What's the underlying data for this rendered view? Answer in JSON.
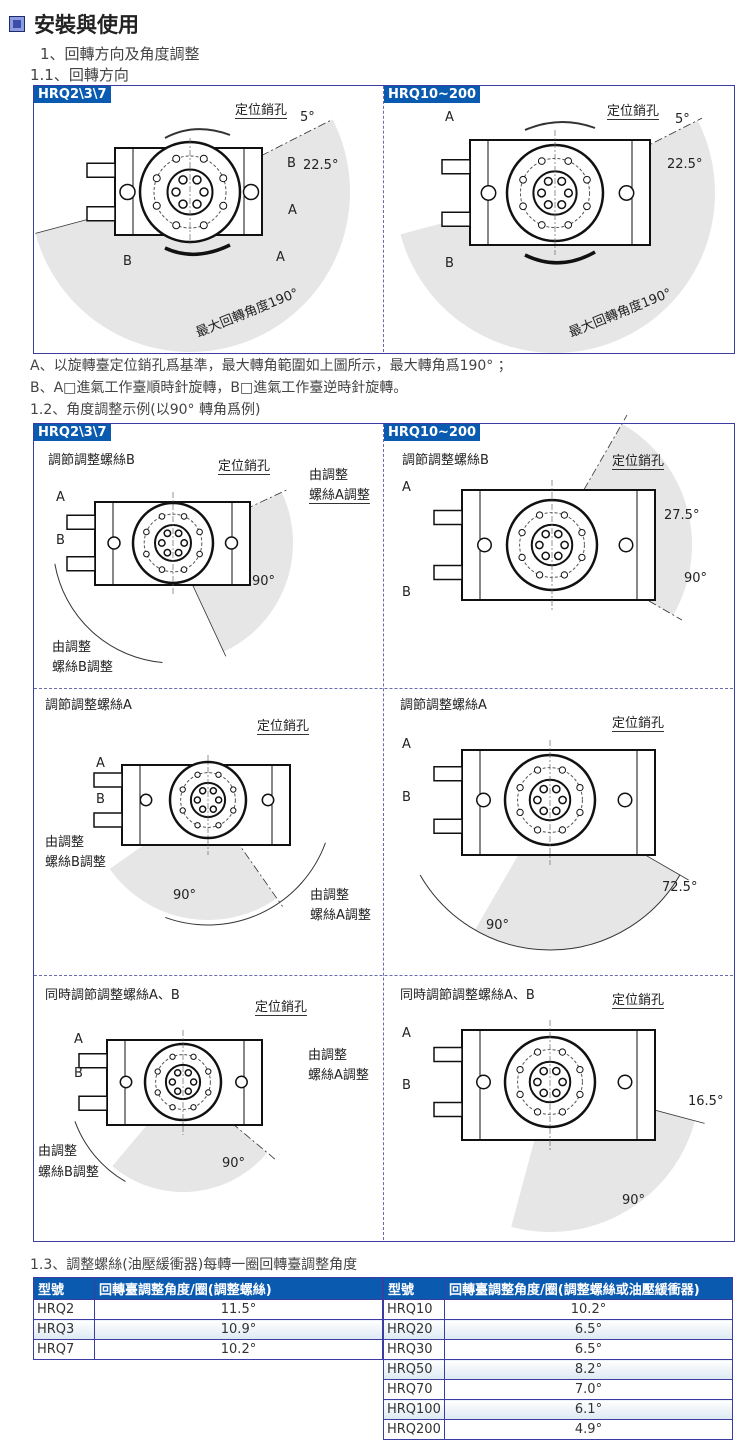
{
  "title": "安裝與使用",
  "s1": "1、回轉方向及角度調整",
  "s11": "1.1、回轉方向",
  "p1": {
    "tag": "HRQ2\\3\\7",
    "pin": "定位銷孔",
    "a5": "5°",
    "b": "B",
    "a22": "22.5°",
    "a": "A",
    "b2": "B",
    "a2": "A",
    "max": "最大回轉角度190°"
  },
  "p2": {
    "tag": "HRQ10~200",
    "a": "A",
    "pin": "定位銷孔",
    "a5": "5°",
    "a22": "22.5°",
    "b": "B",
    "max": "最大回轉角度190°"
  },
  "noteA": "A、以旋轉臺定位銷孔爲基準，最大轉角範圍如上圖所示，最大轉角爲190° ；",
  "noteB": "B、A□進氣工作臺順時針旋轉，B□進氣工作臺逆時針旋轉。",
  "s12": "1.2、角度調整示例(以90° 轉角爲例)",
  "q": {
    "tag_l": "HRQ2\\3\\7",
    "tag_r": "HRQ10~200"
  },
  "r1l": {
    "title": "調節調整螺絲B",
    "pin": "定位銷孔",
    "byA1": "由調整",
    "byA2": "螺絲A調整",
    "a": "A",
    "b": "B",
    "deg": "90°",
    "byB1": "由調整",
    "byB2": "螺絲B調整"
  },
  "r1r": {
    "title": "調節調整螺絲B",
    "pin": "定位銷孔",
    "a": "A",
    "ang": "27.5°",
    "deg": "90°",
    "b": "B"
  },
  "r2l": {
    "title": "調節調整螺絲A",
    "pin": "定位銷孔",
    "a": "A",
    "b": "B",
    "byB1": "由調整",
    "byB2": "螺絲B調整",
    "deg": "90°",
    "byA1": "由調整",
    "byA2": "螺絲A調整"
  },
  "r2r": {
    "title": "調節調整螺絲A",
    "pin": "定位銷孔",
    "a": "A",
    "b": "B",
    "ang": "72.5°",
    "deg": "90°"
  },
  "r3l": {
    "title": "同時調節調整螺絲A、B",
    "pin": "定位銷孔",
    "a": "A",
    "b": "B",
    "byA1": "由調整",
    "byA2": "螺絲A調整",
    "byB1": "由調整",
    "byB2": "螺絲B調整",
    "deg": "90°"
  },
  "r3r": {
    "title": "同時調節調整螺絲A、B",
    "pin": "定位銷孔",
    "a": "A",
    "b": "B",
    "ang": "16.5°",
    "deg": "90°"
  },
  "s13": "1.3、調整螺絲(油壓緩衝器)每轉一圈回轉臺調整角度",
  "t1": {
    "h": [
      "型號",
      "回轉臺調整角度/圈(調整螺絲)"
    ],
    "rows": [
      [
        "HRQ2",
        "11.5°"
      ],
      [
        "HRQ3",
        "10.9°"
      ],
      [
        "HRQ7",
        "10.2°"
      ]
    ]
  },
  "t2": {
    "h": [
      "型號",
      "回轉臺調整角度/圈(調整螺絲或油壓緩衝器)"
    ],
    "rows": [
      [
        "HRQ10",
        "10.2°"
      ],
      [
        "HRQ20",
        "6.5°"
      ],
      [
        "HRQ30",
        "6.5°"
      ],
      [
        "HRQ50",
        "8.2°"
      ],
      [
        "HRQ70",
        "7.0°"
      ],
      [
        "HRQ100",
        "6.1°"
      ],
      [
        "HRQ200",
        "4.9°"
      ]
    ]
  }
}
